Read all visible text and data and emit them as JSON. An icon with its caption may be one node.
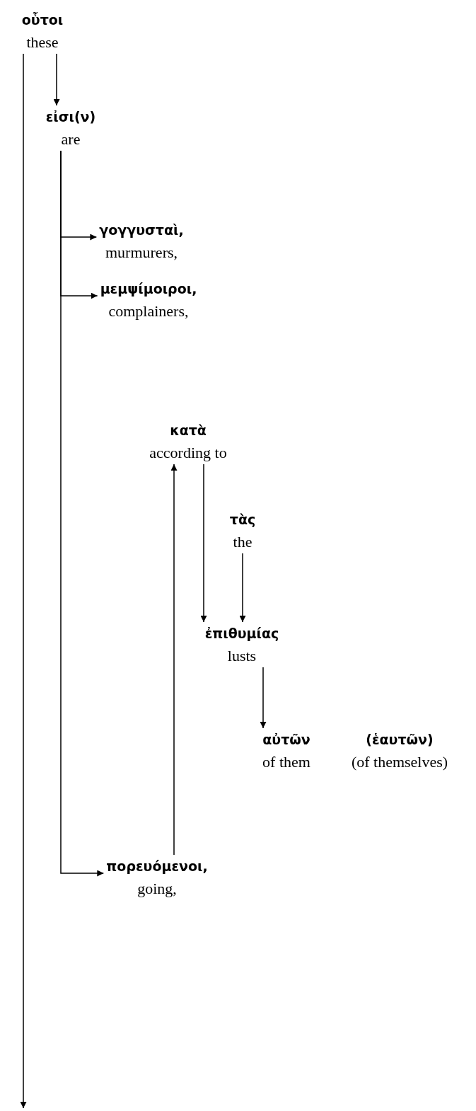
{
  "diagram": {
    "nodes": [
      {
        "text": [
          "οὗτοι",
          "these"
        ]
      },
      {
        "text": [
          "εἰσι(ν)",
          "are"
        ]
      },
      {
        "text": [
          "γογγυσταὶ,",
          "murmurers,"
        ]
      },
      {
        "text": [
          "μεμψίμοιροι,",
          "complainers,"
        ]
      },
      {
        "text": [
          "κατὰ",
          "according to"
        ]
      },
      {
        "text": [
          "τὰς",
          "the"
        ]
      },
      {
        "text": [
          "ἐπιθυμίας",
          "lusts"
        ]
      },
      {
        "text": [
          "αὐτῶν",
          "of them"
        ]
      },
      {
        "text": [
          "(ἑαυτῶν)",
          "(of themselves)"
        ]
      },
      {
        "text": [
          "πορευόμενοι,",
          "going,"
        ]
      }
    ],
    "edges": [
      {
        "from": 0,
        "to": 1,
        "arrow": "to"
      },
      {
        "from": 1,
        "to": 2,
        "arrow": "to"
      },
      {
        "from": 1,
        "to": 3,
        "arrow": "to"
      },
      {
        "from": 1,
        "to": 9,
        "arrow": "to"
      },
      {
        "from": 9,
        "to": 4,
        "arrow": "to"
      },
      {
        "from": 4,
        "to": 6,
        "arrow": "to"
      },
      {
        "from": 5,
        "to": 6,
        "arrow": "to"
      },
      {
        "from": 6,
        "to": 7,
        "arrow": "to"
      },
      {
        "from": 0,
        "to": null,
        "arrow": "to"
      }
    ]
  }
}
